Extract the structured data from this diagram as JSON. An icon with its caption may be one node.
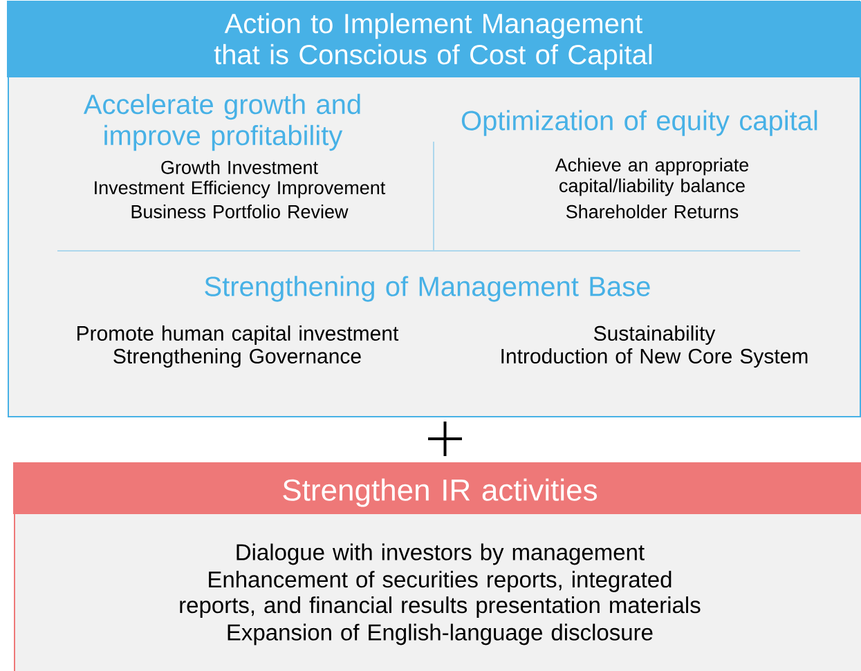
{
  "diagram": {
    "nodes": [
      {
        "text": [
          "Action to Implement Management that is Conscious of Cost of Capital",
          "Accelerate growth and improve profitability",
          "Growth Investment",
          "Investment Efficiency Improvement",
          "Business Portfolio Review",
          "Optimization of equity capital",
          "Achieve an appropriate capital/liability balance",
          "Shareholder Returns",
          "Strengthening of Management Base",
          "Promote human capital investment",
          "Strengthening Governance",
          "Sustainability",
          "Introduction of New Core System"
        ]
      },
      {
        "text": [
          "Strengthen IR activities",
          "Dialogue with investors by management",
          "Enhancement of securities reports, integrated reports, and financial results presentation materials",
          "Expansion of English-language disclosure"
        ]
      }
    ]
  }
}
